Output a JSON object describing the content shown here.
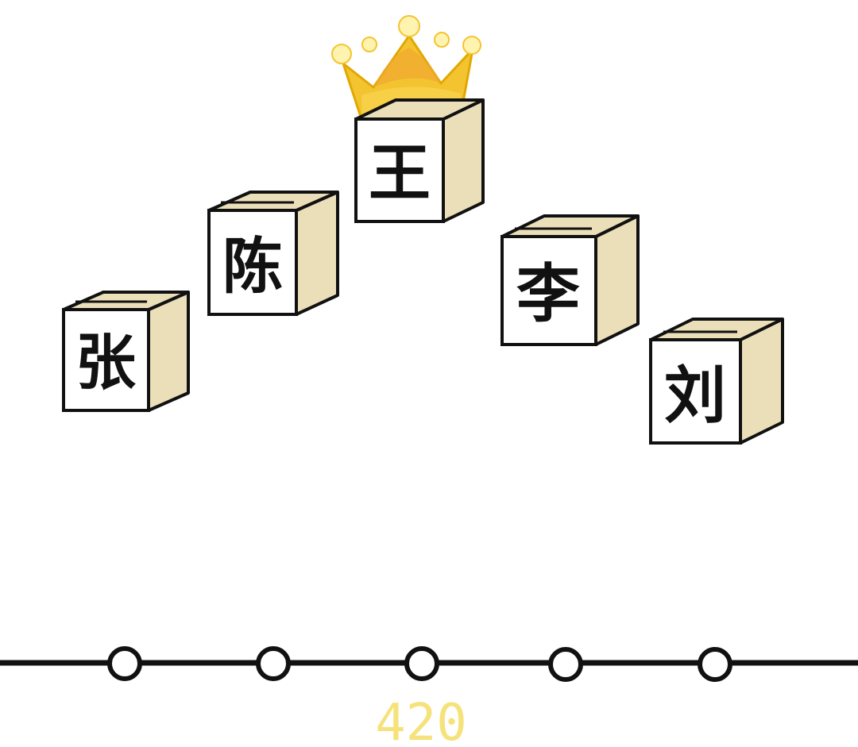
{
  "blocks": [
    {
      "id": "zhang",
      "char": "张"
    },
    {
      "id": "chen",
      "char": "陈"
    },
    {
      "id": "wang",
      "char": "王",
      "crowned": true
    },
    {
      "id": "li",
      "char": "李"
    },
    {
      "id": "liu",
      "char": "刘"
    }
  ],
  "crown": {
    "icon": "crown-icon",
    "color": "#f4c430"
  },
  "timeline": {
    "label": "420",
    "node_count": 5,
    "label_color": "#f6e27a"
  },
  "colors": {
    "block_face": "#ffffff",
    "block_side": "#eadfb9",
    "outline": "#111111"
  }
}
